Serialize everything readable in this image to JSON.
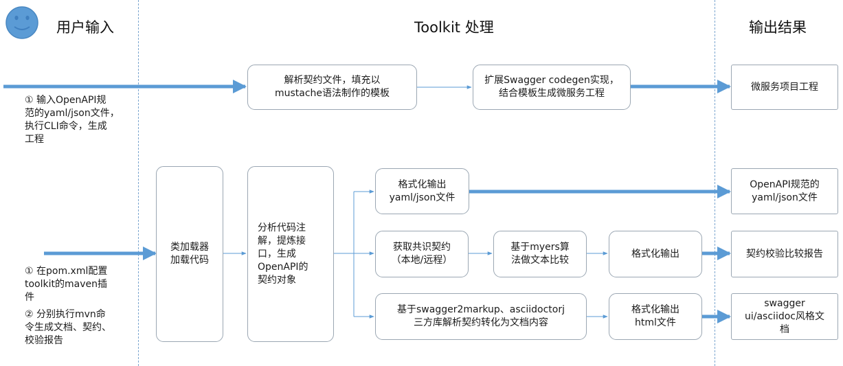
{
  "lanes": {
    "input_title": "用户输入",
    "toolkit_title": "Toolkit 处理",
    "output_title": "输出结果"
  },
  "notes": {
    "top_input": "① 输入OpenAPI规\n范的yaml/json文件，\n执行CLI命令，生成\n工程",
    "bottom_input_1": "① 在pom.xml配置\ntoolkit的maven插\n件",
    "bottom_input_2": "② 分别执行mvn命\n令生成文档、契约、\n校验报告"
  },
  "boxes": {
    "parse_contract": "解析契约文件，填充以\nmustache语法制作的模板",
    "extend_swagger": "扩展Swagger codegen实现，\n结合模板生成微服务工程",
    "microservice_project": "微服务项目工程",
    "class_loader": "类加载器\n加载代码",
    "analyze_code": "分析代码注\n解，提炼接\n口，生成\nOpenAPI的\n契约对象",
    "format_yaml": "格式化输出\nyaml/json文件",
    "openapi_output": "OpenAPI规范的\nyaml/json文件",
    "get_contract": "获取共识契约\n（本地/远程）",
    "myers_compare": "基于myers算\n法做文本比较",
    "format_output": "格式化输出",
    "validation_report": "契约校验比较报告",
    "swagger2markup": "基于swagger2markup、asciidoctorj\n三方库解析契约转化为文档内容",
    "format_html": "格式化输出\nhtml文件",
    "swagger_ui_doc": "swagger\nui/asciidoc风格文\n档"
  },
  "colors": {
    "arrow": "#5b9bd5",
    "lane_divider": "#7aa5cf",
    "box_border": "#9aa6b2",
    "smiley_face": "#5b9bd5"
  },
  "icons": {
    "user": "smiley-face-icon"
  }
}
